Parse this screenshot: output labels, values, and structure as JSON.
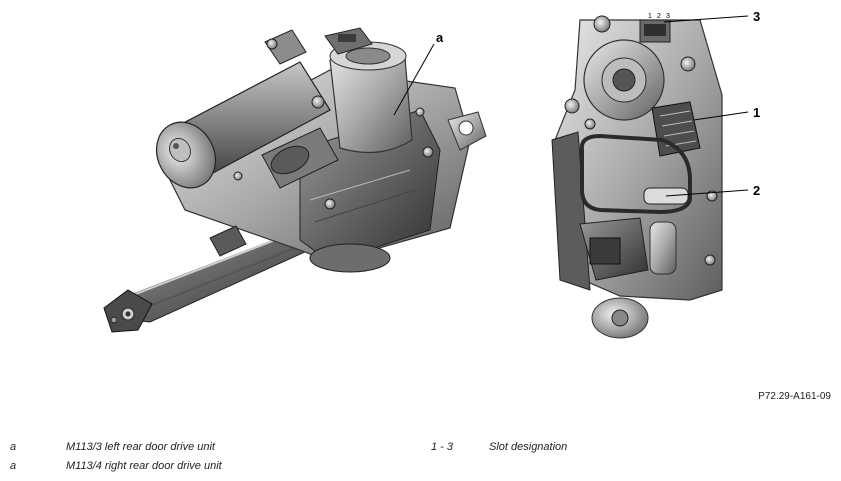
{
  "figure": {
    "callouts": {
      "a": "a",
      "c1": "1",
      "c2": "2",
      "c3": "3"
    },
    "pin_numbers": [
      "1",
      "2",
      "3"
    ]
  },
  "reference_code": "P72.29-A161-09",
  "legend": [
    {
      "key": "a",
      "text": "M113/3 left rear door drive unit"
    },
    {
      "key": "a",
      "text": "M113/4 right rear door drive unit"
    },
    {
      "key": "1 - 3",
      "text": "Slot designation"
    }
  ]
}
